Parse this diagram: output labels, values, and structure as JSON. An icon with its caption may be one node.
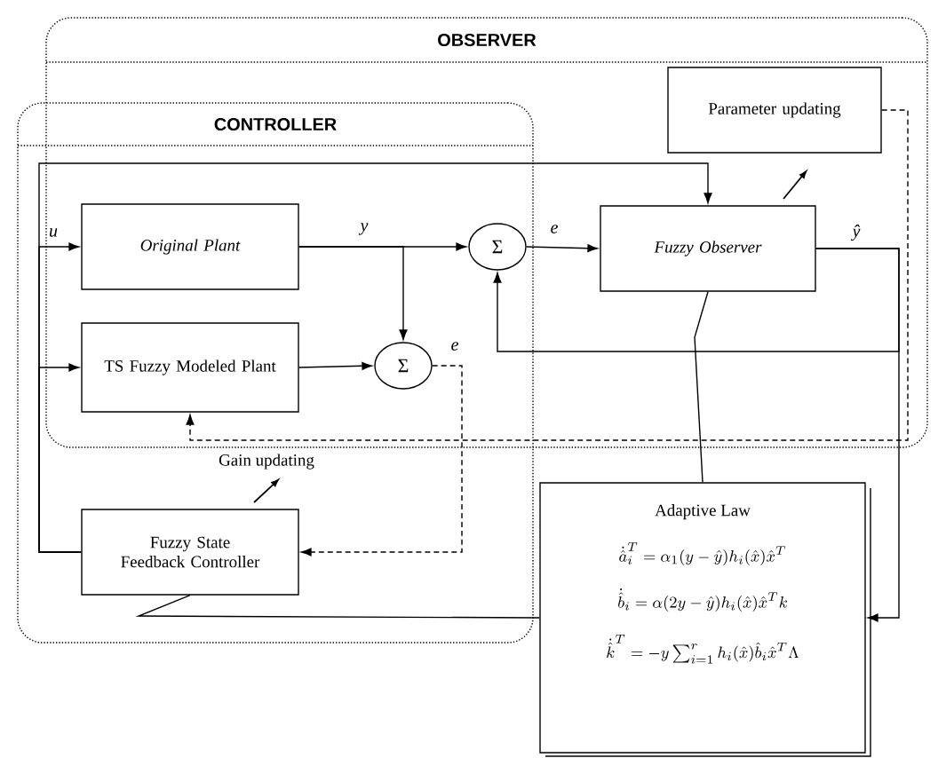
{
  "diagram": {
    "nodes": [
      {
        "text": [
          "OBSERVER"
        ]
      },
      {
        "text": [
          "CONTROLLER"
        ]
      },
      {
        "text": [
          "Original Plant"
        ]
      },
      {
        "text": [
          "TS Fuzzy Modeled Plant"
        ]
      },
      {
        "text": [
          "Σ"
        ]
      },
      {
        "text": [
          "Σ"
        ]
      },
      {
        "text": [
          "Fuzzy Observer"
        ],
        "in": 0
      },
      {
        "text": [
          "Parameter updating"
        ],
        "in": 0
      },
      {
        "text": [
          "Fuzzy State Feedback Controller"
        ],
        "in": 1
      },
      {
        "text": [
          "Adaptive Law",
          "\\dot{\\hat{a}}_i^T=\\alpha_1(y-\\hat{y})h_i(\\hat{x})\\hat{x}^T",
          "\\dot{\\hat{b}}_i=\\alpha(2y-\\hat{y})h_i(\\hat{x})\\hat{x}^T k",
          "\\dot{\\hat{k}}^T=-y\\sum_{i=1}^{r}h_i(\\hat{x})\\hat{b}_i\\hat{x}^T\\Lambda"
        ]
      }
    ],
    "edges": [
      {
        "from": 8,
        "to": 2,
        "arrow": "to",
        "label": "u"
      },
      {
        "from": 8,
        "to": 3,
        "arrow": "to"
      },
      {
        "from": 8,
        "to": 6,
        "arrow": "to"
      },
      {
        "from": 2,
        "to": 4,
        "arrow": "to",
        "label": "y"
      },
      {
        "from": 2,
        "to": 5,
        "arrow": "to"
      },
      {
        "from": 3,
        "to": 5,
        "arrow": "to"
      },
      {
        "from": 5,
        "to": 8,
        "arrow": "to",
        "label": "e",
        "style": "dashed"
      },
      {
        "from": 4,
        "to": 6,
        "arrow": "to",
        "label": "e"
      },
      {
        "from": 6,
        "to": 9,
        "arrow": "to",
        "label": "ŷ"
      },
      {
        "from": 6,
        "to": 4,
        "arrow": "to"
      },
      {
        "from": 7,
        "to": 3,
        "arrow": "to",
        "style": "dashed"
      },
      {
        "from": 9,
        "to": 6,
        "arrow": "none"
      },
      {
        "from": 9,
        "to": 8,
        "arrow": "none"
      }
    ],
    "labels": [
      "Gain updating"
    ]
  }
}
